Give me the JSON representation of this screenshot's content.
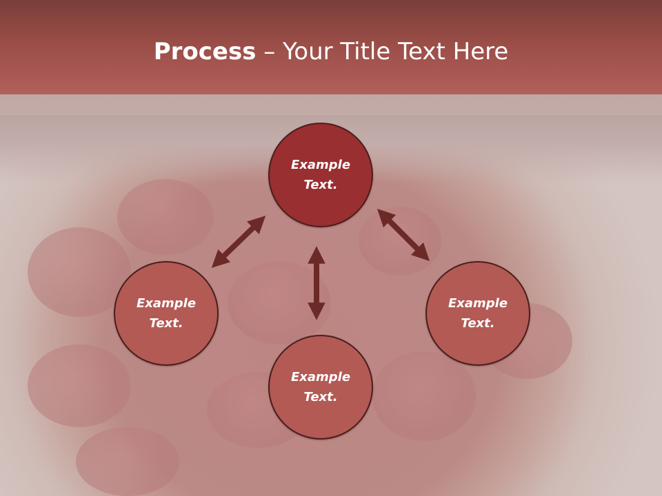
{
  "slide": {
    "title_bold": "Process",
    "title_rest": " – Your Title Text Here"
  },
  "diagram": {
    "center": {
      "label": "Example\nText."
    },
    "left": {
      "label": "Example\nText."
    },
    "bottom": {
      "label": "Example\nText."
    },
    "right": {
      "label": "Example\nText."
    }
  },
  "colors": {
    "title_bar": "#9a4d47",
    "center_node": "#992f30",
    "leaf_node": "#b35a55",
    "arrow": "#6b2a27"
  }
}
